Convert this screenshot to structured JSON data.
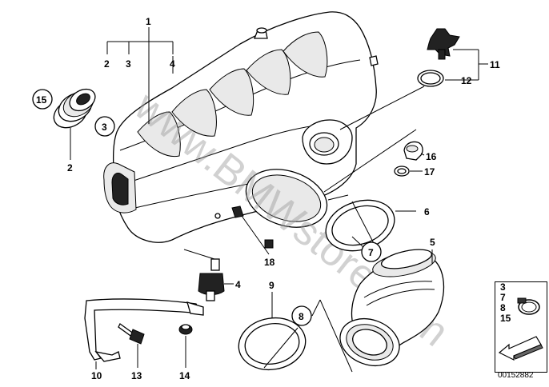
{
  "labels": {
    "p1": "1",
    "p2a": "2",
    "p3a": "3",
    "p4a": "4",
    "p15": "15",
    "p3b": "3",
    "p2b": "2",
    "p11": "11",
    "p12": "12",
    "p16": "16",
    "p17": "17",
    "p6": "6",
    "p5": "5",
    "p7": "7",
    "p18": "18",
    "p4b": "4",
    "p9": "9",
    "p8": "8",
    "p10": "10",
    "p13": "13",
    "p14": "14"
  },
  "watermark": "www.BMWstore.com",
  "legend": {
    "items": [
      "3",
      "7",
      "8",
      "15"
    ]
  },
  "doc_number": "00152882"
}
